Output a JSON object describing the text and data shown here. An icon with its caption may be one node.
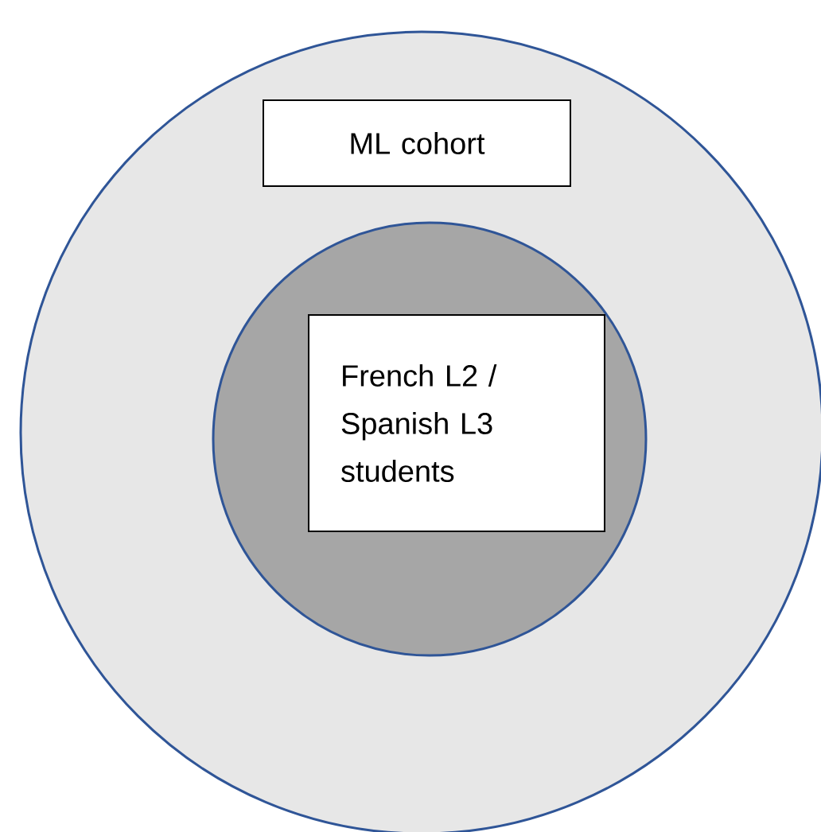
{
  "diagram": {
    "nodes": [
      {
        "text": [],
        "shape": "circle"
      },
      {
        "text": [
          "ML cohort"
        ],
        "in": 0
      },
      {
        "text": [],
        "shape": "circle",
        "in": 0
      },
      {
        "text": [
          "French L2 / Spanish L3 students"
        ],
        "in": 2
      }
    ]
  }
}
